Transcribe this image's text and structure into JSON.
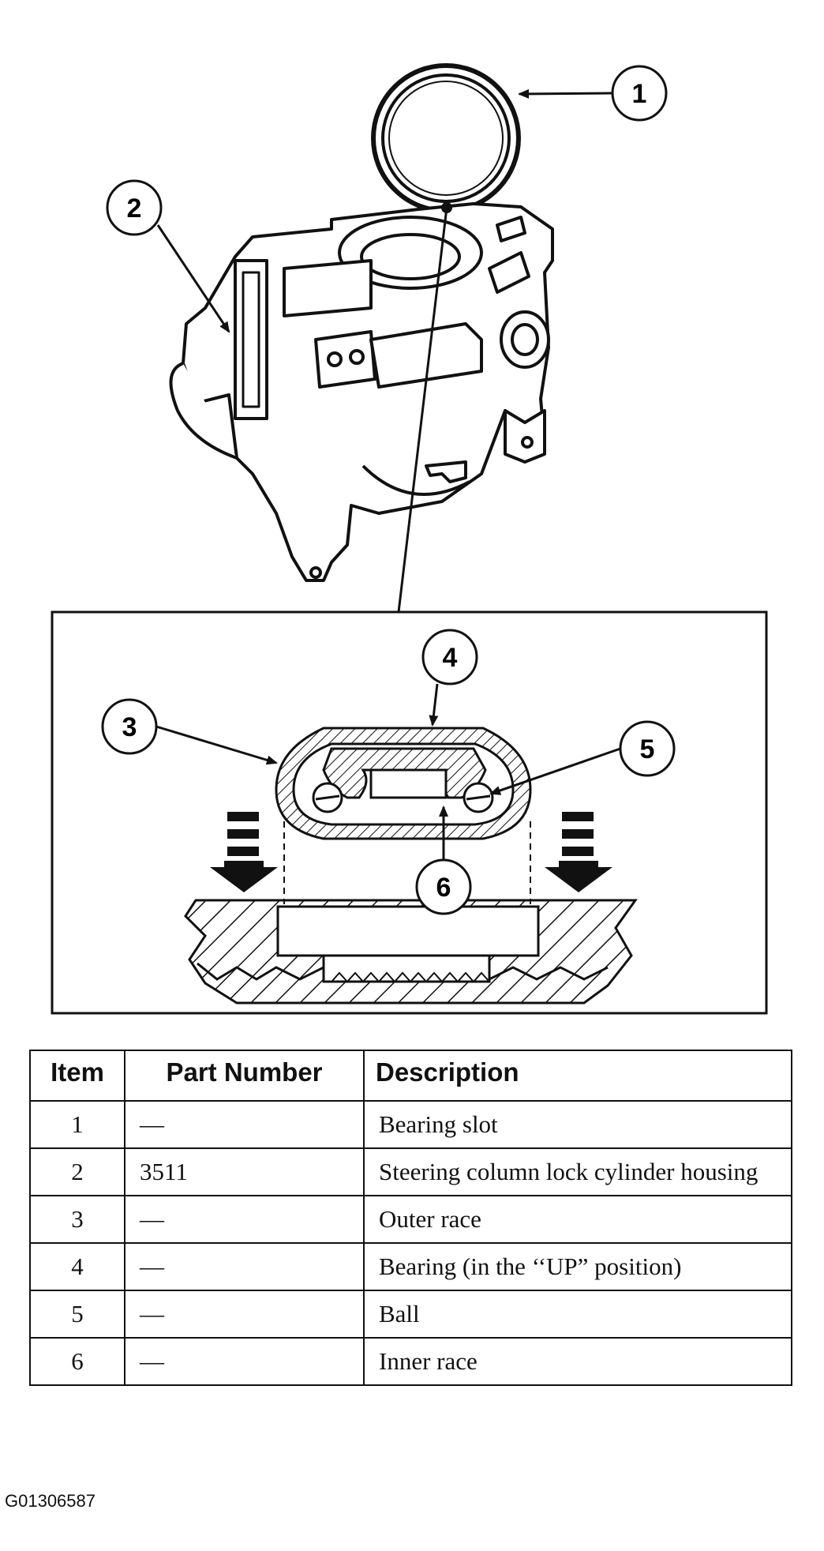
{
  "callouts": {
    "c1": "1",
    "c2": "2",
    "c3": "3",
    "c4": "4",
    "c5": "5",
    "c6": "6"
  },
  "table": {
    "headers": [
      "Item",
      "Part Number",
      "Description"
    ],
    "rows": [
      {
        "item": "1",
        "part_number": "—",
        "description": "Bearing slot"
      },
      {
        "item": "2",
        "part_number": "3511",
        "description": "Steering column lock cylinder housing"
      },
      {
        "item": "3",
        "part_number": "—",
        "description": "Outer race"
      },
      {
        "item": "4",
        "part_number": "—",
        "description": "Bearing (in the ‘‘UP” position)"
      },
      {
        "item": "5",
        "part_number": "—",
        "description": "Ball"
      },
      {
        "item": "6",
        "part_number": "—",
        "description": "Inner race"
      }
    ]
  },
  "figure_id": "G01306587"
}
